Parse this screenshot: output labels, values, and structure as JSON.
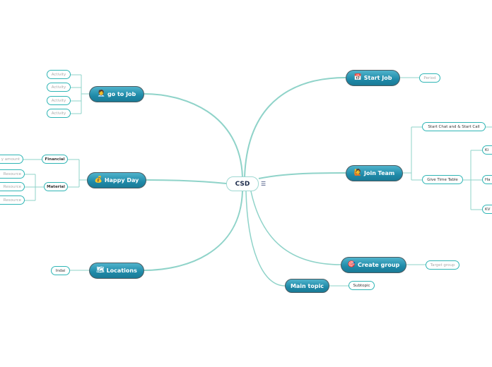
{
  "central": {
    "label": "CSD",
    "menu_icon": "hamburger-icon"
  },
  "colors": {
    "link": "#8fd3c9",
    "topic": "#2490ad",
    "sub_border": "#2fb5b5"
  },
  "topics": {
    "go_to_job": {
      "label": "go to Job",
      "icon": "worker-icon",
      "children": [
        "Activity",
        "Activity",
        "Activity",
        "Activity"
      ]
    },
    "happy_day": {
      "label": "Happy Day",
      "icon": "money-bag-icon",
      "financial": {
        "label": "Financial",
        "children": [
          "y amount"
        ]
      },
      "material": {
        "label": "Material",
        "children": [
          "Resource",
          "Resource",
          "Resource"
        ]
      }
    },
    "locations": {
      "label": "Locations",
      "icon": "map-icon",
      "children": [
        "Indai"
      ]
    },
    "start_job": {
      "label": "Start Job",
      "icon": "calendar-icon",
      "children": [
        "Period"
      ]
    },
    "join_team": {
      "label": "Join Team",
      "icon": "raised-hand-icon",
      "start_chat": {
        "label": "Start Chat and &  Start Call"
      },
      "time_table": {
        "label": "Give Time Table",
        "children": [
          "Ki",
          "Ha",
          "KV"
        ]
      }
    },
    "create_group": {
      "label": "Create group",
      "icon": "target-icon",
      "children": [
        "Target group"
      ]
    },
    "main_topic": {
      "label": "Main topic",
      "children": [
        "Subtopic"
      ]
    }
  }
}
